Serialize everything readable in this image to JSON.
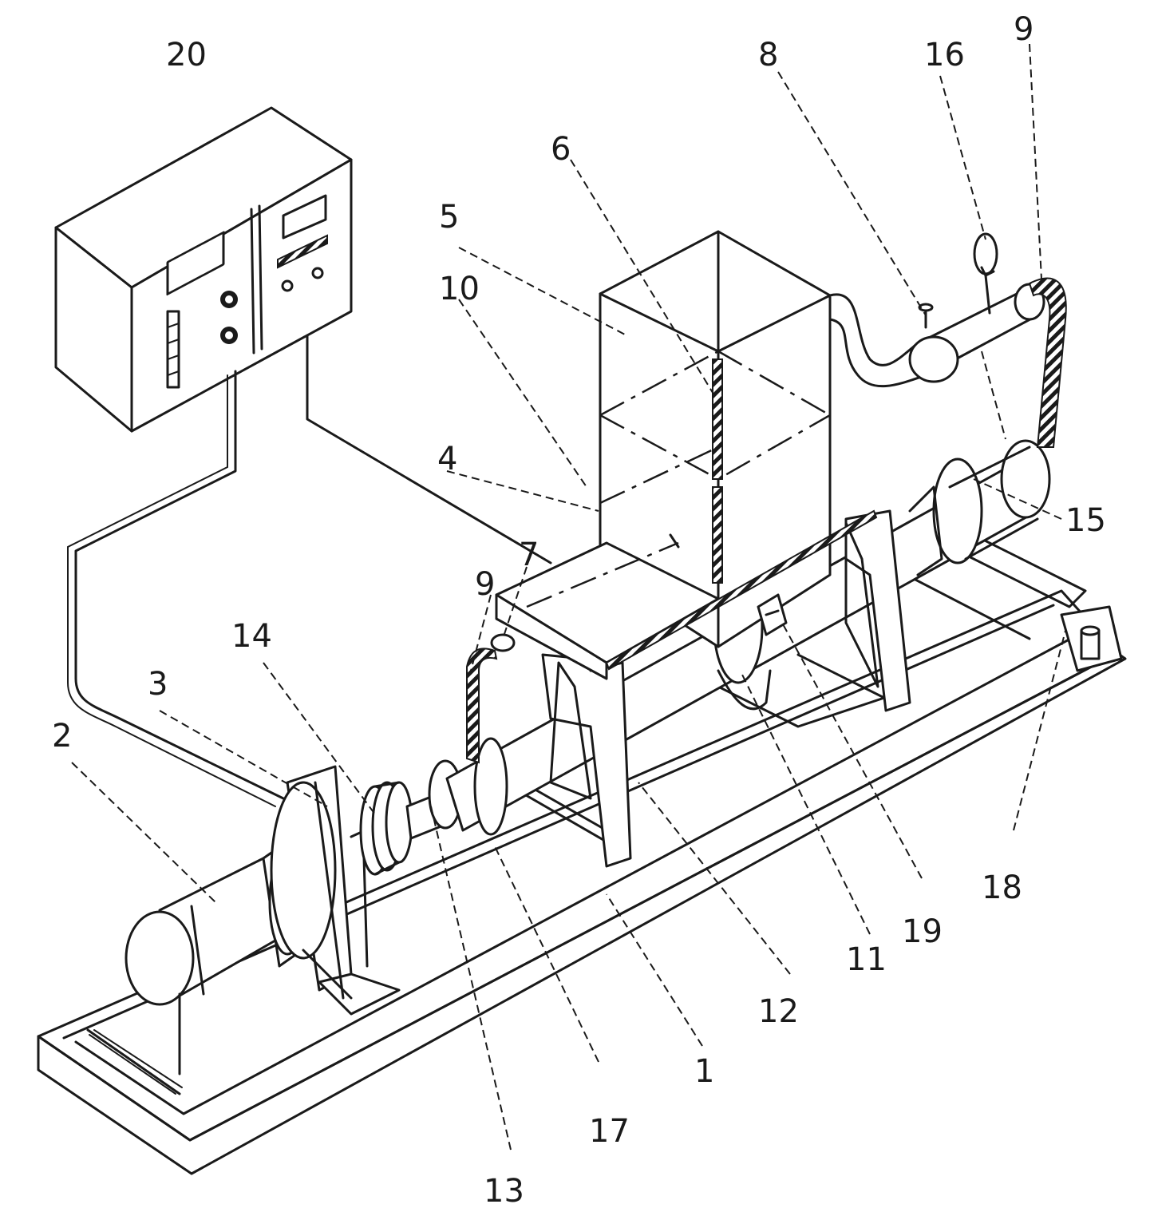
{
  "labels": {
    "l1": "1",
    "l2": "2",
    "l3": "3",
    "l4": "4",
    "l5": "5",
    "l6": "6",
    "l7": "7",
    "l8": "8",
    "l9a": "9",
    "l9b": "9",
    "l10": "10",
    "l11": "11",
    "l12": "12",
    "l13": "13",
    "l14": "14",
    "l15": "15",
    "l16": "16",
    "l17": "17",
    "l18": "18",
    "l19": "19",
    "l20": "20"
  }
}
